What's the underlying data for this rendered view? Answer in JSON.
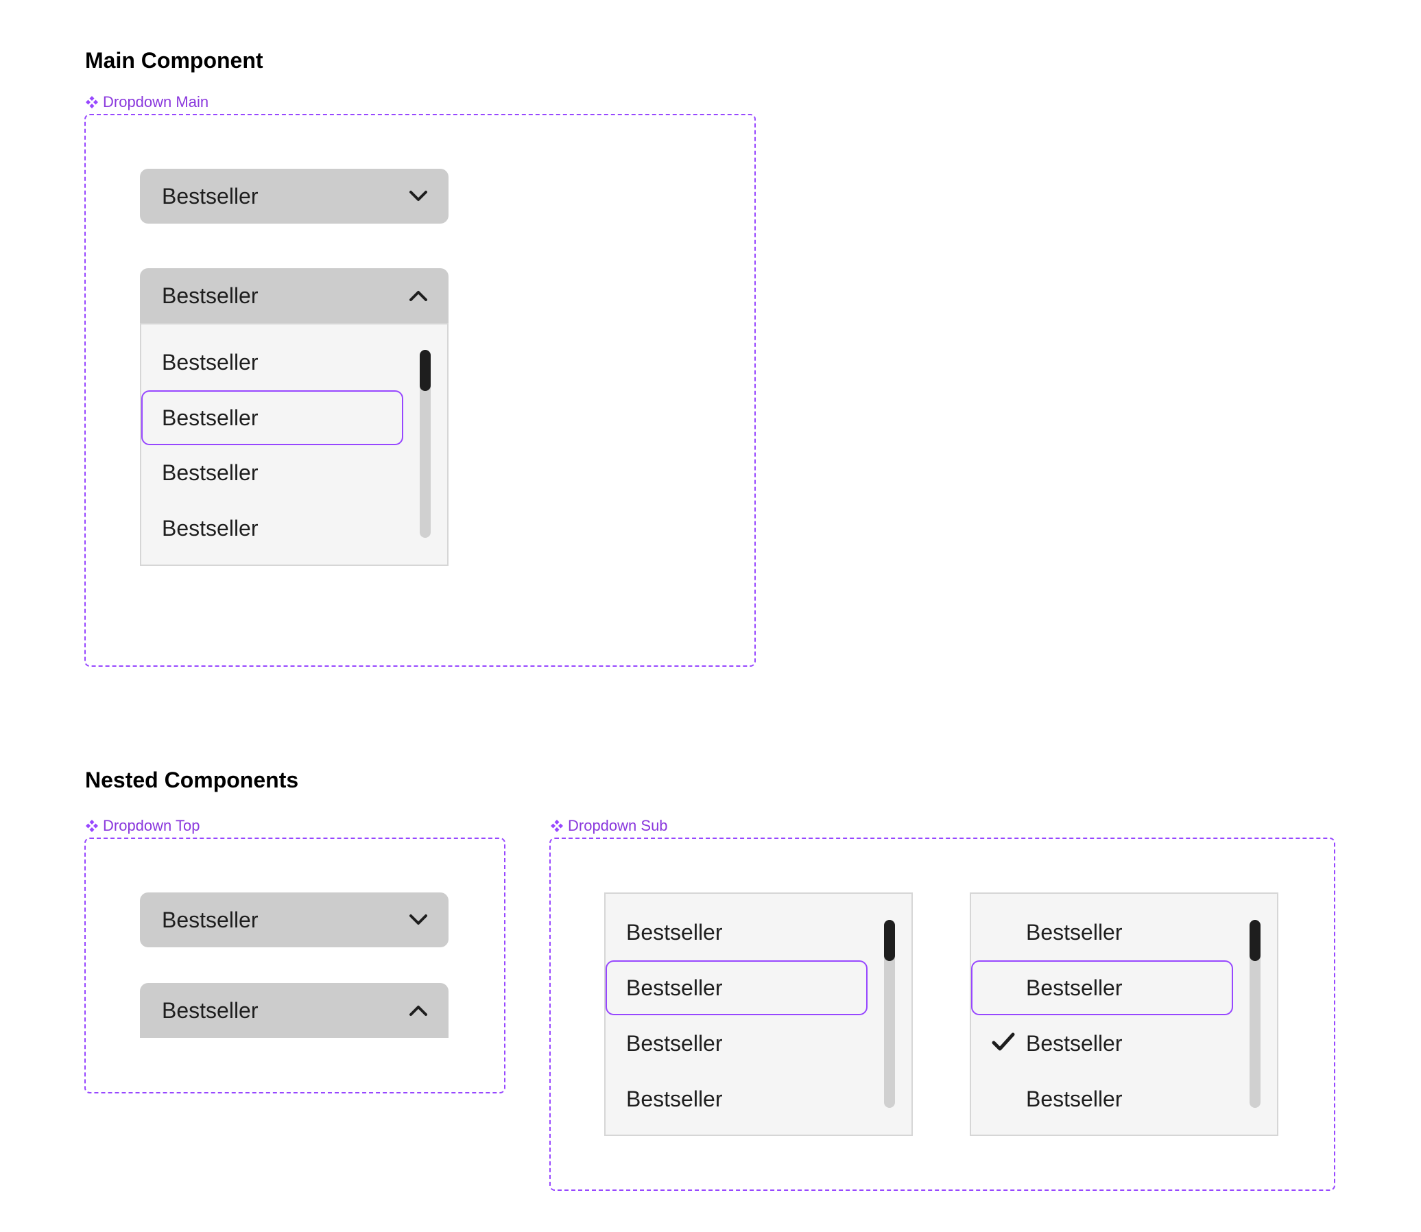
{
  "sections": {
    "main_title": "Main Component",
    "nested_title": "Nested Components"
  },
  "components": {
    "main_label": "Dropdown Main",
    "top_label": "Dropdown Top",
    "sub_label": "Dropdown Sub"
  },
  "dropdown": {
    "selected_value": "Bestseller",
    "options": [
      "Bestseller",
      "Bestseller",
      "Bestseller",
      "Bestseller"
    ]
  },
  "colors": {
    "component_purple": "#9747ff",
    "header_gray": "#cccccc",
    "list_bg": "#f5f5f5",
    "scroll_thumb": "#1e1e1e"
  },
  "icons": {
    "component": "component-diamond-icon",
    "closed": "chevron-down-icon",
    "open": "chevron-up-icon",
    "selected": "checkmark-icon"
  }
}
